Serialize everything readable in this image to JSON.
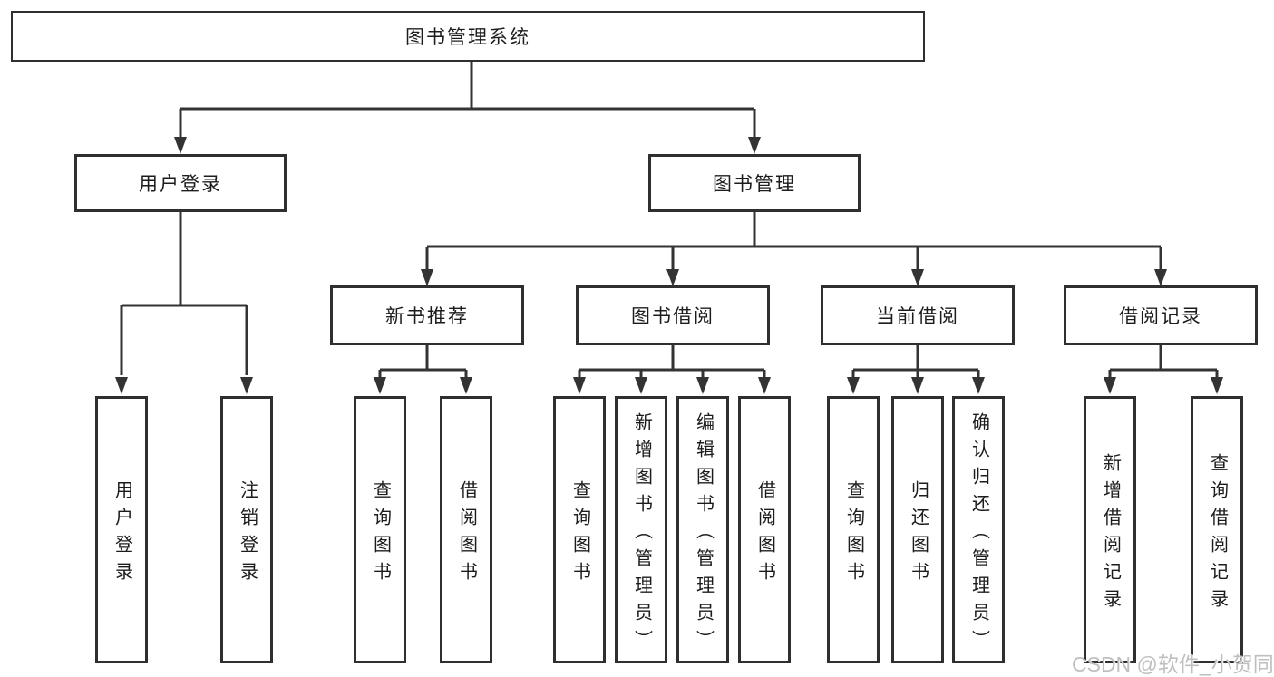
{
  "diagram": {
    "root": {
      "label": "图书管理系统"
    },
    "level2": [
      {
        "label": "用户登录"
      },
      {
        "label": "图书管理"
      }
    ],
    "level3": [
      {
        "label": "新书推荐"
      },
      {
        "label": "图书借阅"
      },
      {
        "label": "当前借阅"
      },
      {
        "label": "借阅记录"
      }
    ],
    "leaves": [
      {
        "label": "用户登录"
      },
      {
        "label": "注销登录"
      },
      {
        "label": "查询图书"
      },
      {
        "label": "借阅图书"
      },
      {
        "label": "查询图书"
      },
      {
        "label": "新增图书（管理员）"
      },
      {
        "label": "编辑图书（管理员）"
      },
      {
        "label": "借阅图书"
      },
      {
        "label": "查询图书"
      },
      {
        "label": "归还图书"
      },
      {
        "label": "确认归还（管理员）"
      },
      {
        "label": "新增借阅记录"
      },
      {
        "label": "查询借阅记录"
      }
    ]
  },
  "watermark": {
    "text": "CSDN @软件_小贺同学"
  },
  "colors": {
    "line": "#333333",
    "box_border": "#2f2f2f",
    "text": "#1c1c1c",
    "watermark": "#bfbfbf",
    "background": "#ffffff"
  }
}
